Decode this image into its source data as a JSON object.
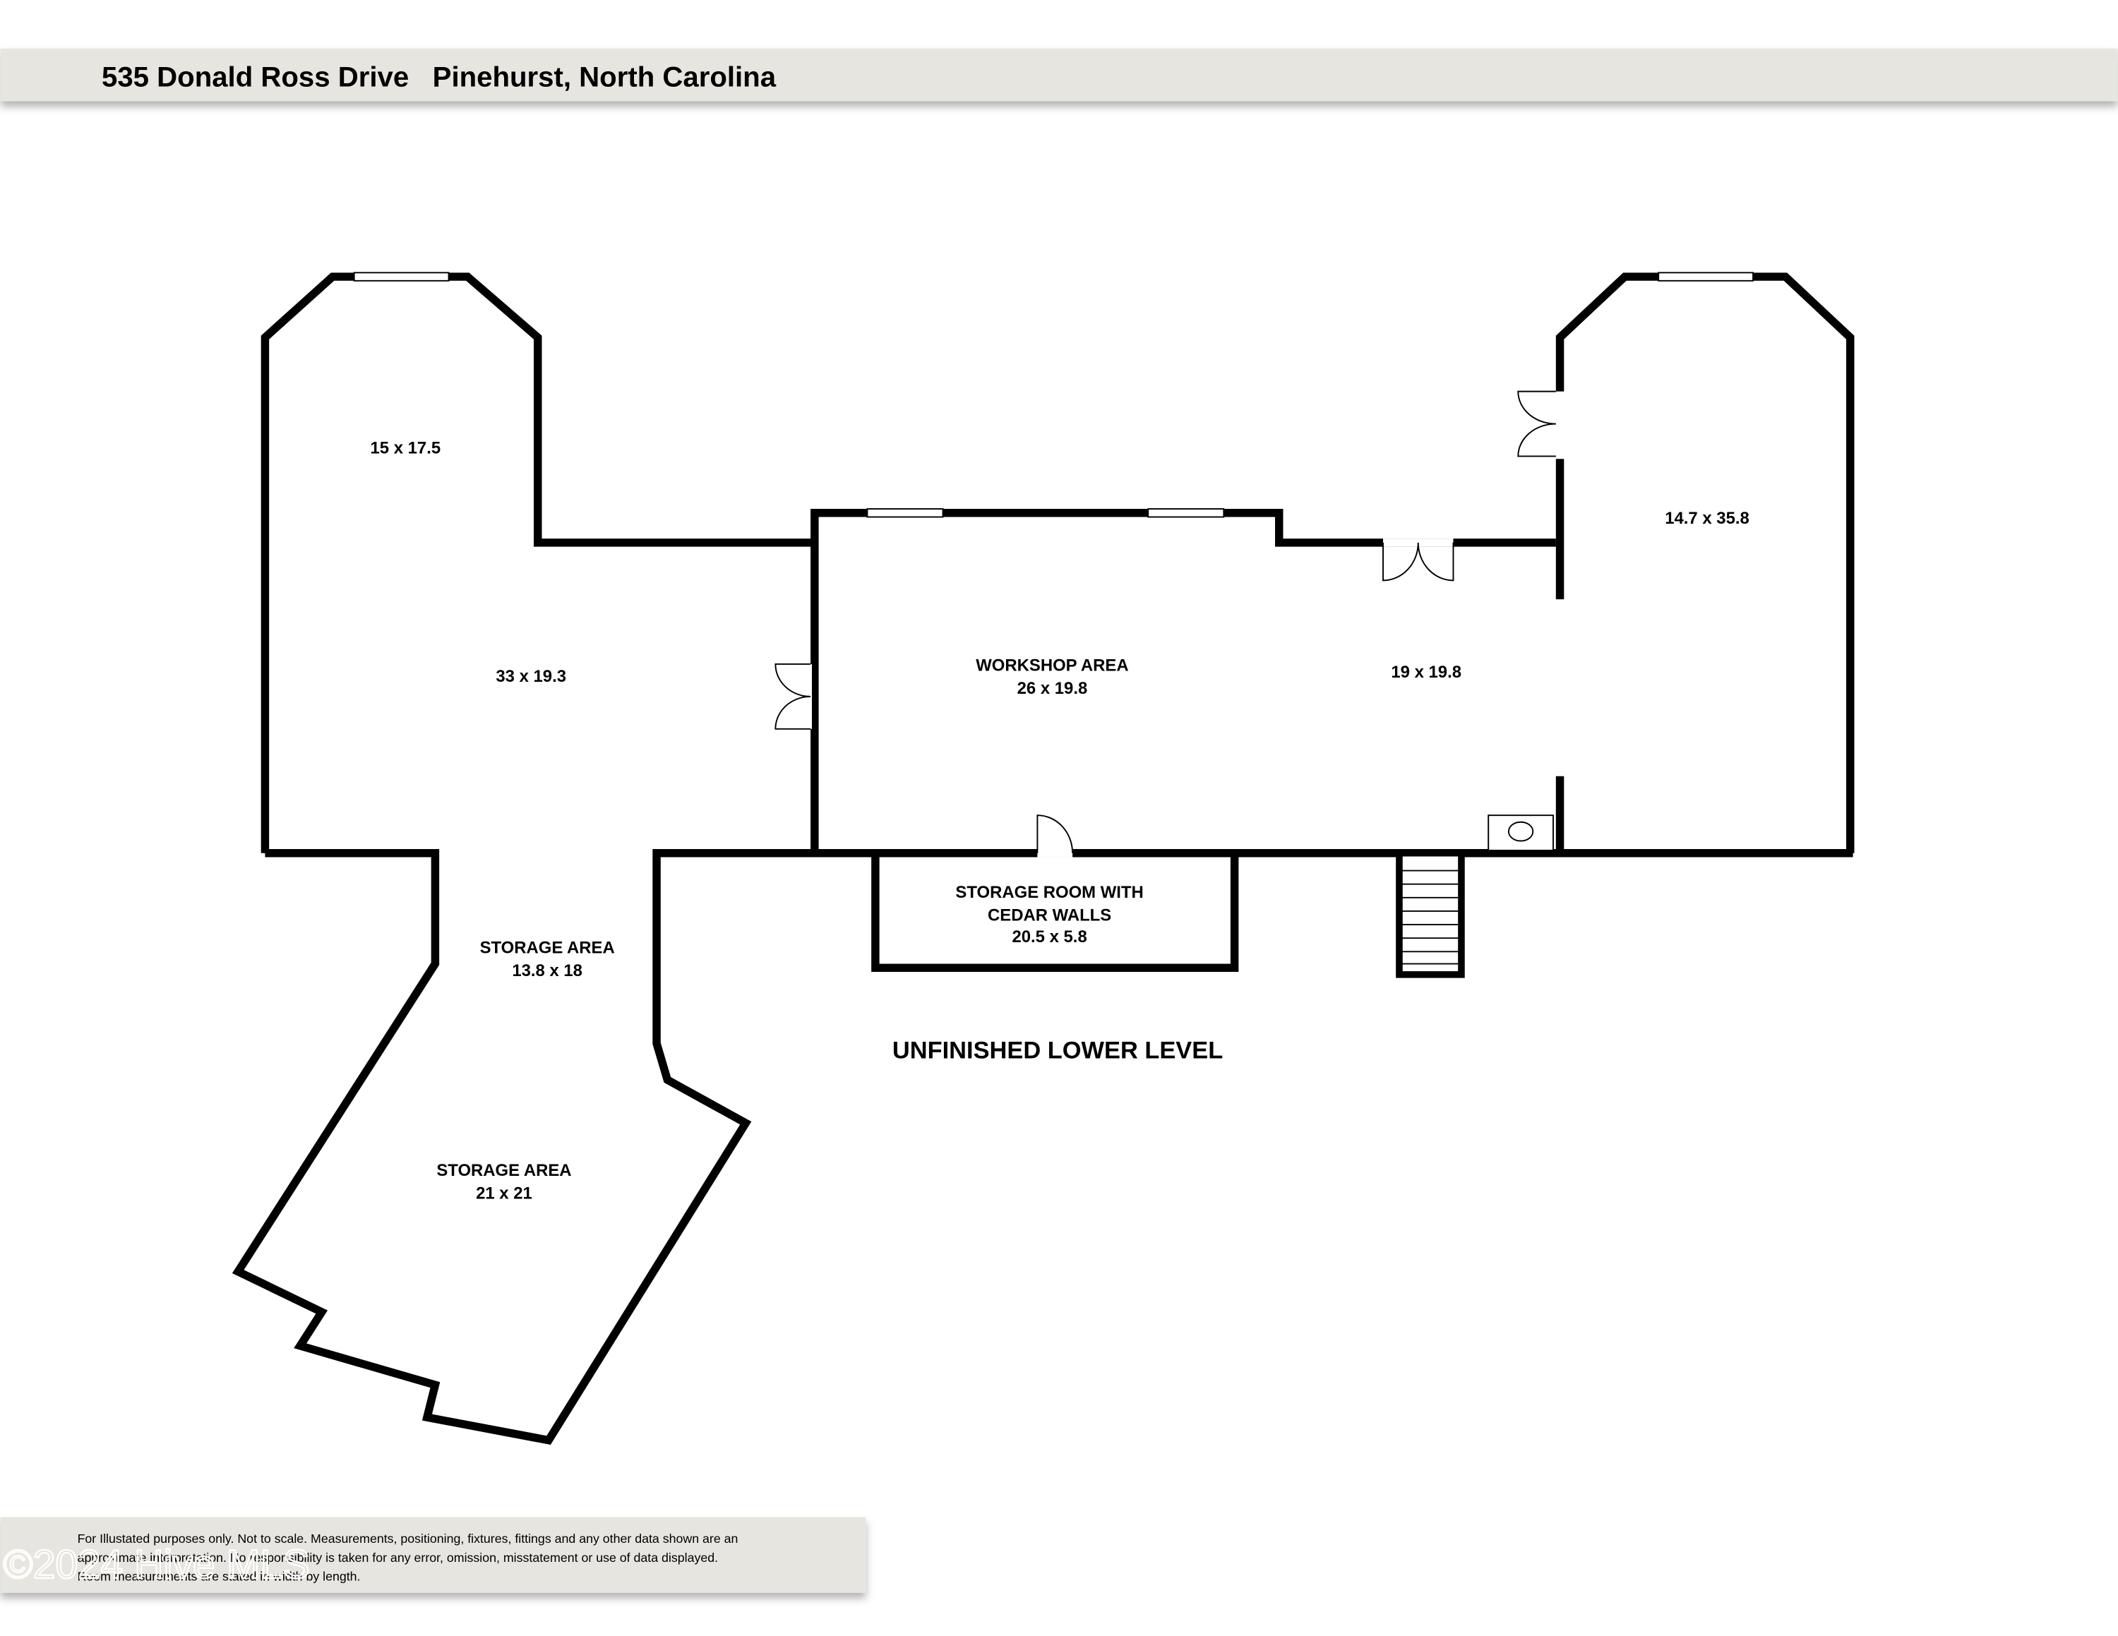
{
  "header": {
    "title": "535 Donald Ross Drive   Pinehurst, North Carolina"
  },
  "level_label": "UNFINISHED LOWER LEVEL",
  "rooms": [
    {
      "name": "",
      "size": "15 x 17.5"
    },
    {
      "name": "",
      "size": "33 x 19.3"
    },
    {
      "name": "WORKSHOP AREA",
      "size": "26 x 19.8"
    },
    {
      "name": "",
      "size": "19 x 19.8"
    },
    {
      "name": "",
      "size": "14.7 x 35.8"
    },
    {
      "name_line1": "STORAGE ROOM WITH",
      "name_line2": "CEDAR WALLS",
      "size": "20.5 x 5.8"
    },
    {
      "name": "STORAGE AREA",
      "size": "13.8 x 18"
    },
    {
      "name": "STORAGE AREA",
      "size": "21 x 21"
    }
  ],
  "disclaimer": {
    "line1": "For Illustated purposes only. Not to scale. Measurements, positioning, fixtures, fittings and any other data shown are an",
    "line2": "approximate interpretation. No responsibility is taken for any error, omission, misstatement or use of data displayed.",
    "line3": "Room measurements are stated in width by length."
  },
  "watermark": "©2024 Hive MLS",
  "colors": {
    "banner": "#e7e5e0",
    "wall": "#000000"
  }
}
